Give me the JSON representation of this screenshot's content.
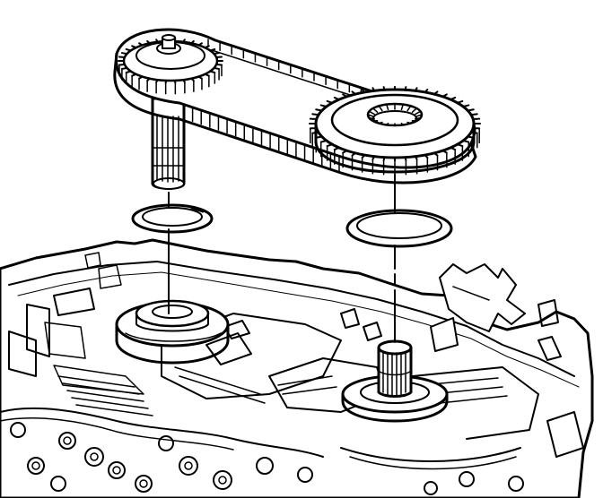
{
  "diagram": {
    "type": "exploded-assembly-line-drawing",
    "parts": [
      {
        "name": "drive-sprocket",
        "teeth": 34
      },
      {
        "name": "driven-sprocket",
        "teeth": 48
      },
      {
        "name": "drive-chain"
      },
      {
        "name": "drive-sprocket-shaft"
      },
      {
        "name": "left-snap-ring"
      },
      {
        "name": "right-snap-ring"
      },
      {
        "name": "left-support-hub"
      },
      {
        "name": "right-splined-hub"
      },
      {
        "name": "transmission-case"
      }
    ],
    "colors": {
      "line": "#000000",
      "fill": "#ffffff",
      "shade": "#8a8a8a"
    }
  }
}
